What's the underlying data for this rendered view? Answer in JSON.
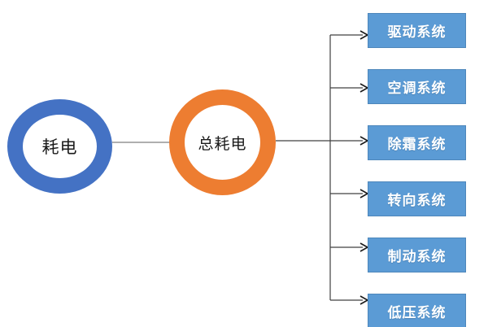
{
  "diagram": {
    "background": "#ffffff",
    "root_node": {
      "label": "耗电",
      "shape": "ellipse-ring",
      "ring_color": "#4472c4",
      "text_color": "#1a1a1a"
    },
    "hub_node": {
      "label": "总耗电",
      "shape": "circle-ring",
      "ring_color": "#ed7d31",
      "text_color": "#1a1a1a"
    },
    "leaves": [
      {
        "label": "驱动系统"
      },
      {
        "label": "空调系统"
      },
      {
        "label": "除霜系统"
      },
      {
        "label": "转向系统"
      },
      {
        "label": "制动系统"
      },
      {
        "label": "低压系统"
      }
    ],
    "leaf_style": {
      "fill_color": "#5b9bd5",
      "text_color": "#ffffff"
    },
    "connector_style": {
      "root_hub_link_color": "#7f7f7f",
      "tree_line_color": "#404040",
      "arrowhead_color": "#1a1a1a",
      "arrowhead_type": "open-chevron"
    }
  }
}
